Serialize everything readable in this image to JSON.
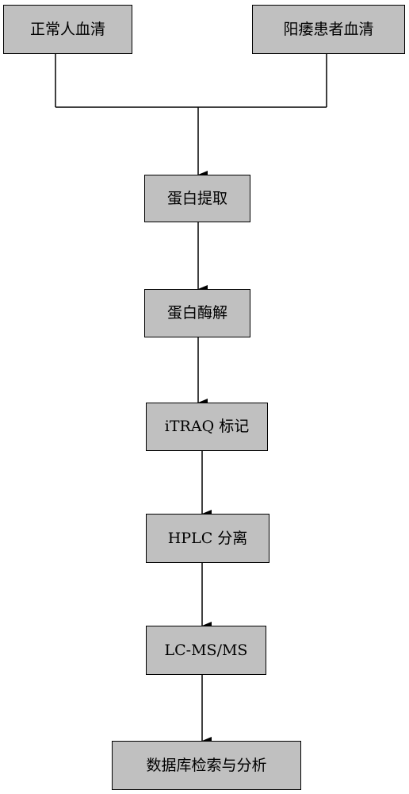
{
  "nodes": {
    "normal_serum": "正常人血清",
    "ed_serum": "阳痿患者血清",
    "protein_extraction": "蛋白提取",
    "protein_digestion": "蛋白酶解",
    "itraq_labeling": "iTRAQ 标记",
    "hplc_separation": "HPLC 分离",
    "lc_ms_ms": "LC-MS/MS",
    "database_search": "数据库检索与分析"
  },
  "edges": [
    {
      "from": "normal_serum",
      "to": "protein_extraction"
    },
    {
      "from": "ed_serum",
      "to": "protein_extraction"
    },
    {
      "from": "protein_extraction",
      "to": "protein_digestion"
    },
    {
      "from": "protein_digestion",
      "to": "itraq_labeling"
    },
    {
      "from": "itraq_labeling",
      "to": "hplc_separation"
    },
    {
      "from": "hplc_separation",
      "to": "lc_ms_ms"
    },
    {
      "from": "lc_ms_ms",
      "to": "database_search"
    }
  ],
  "colors": {
    "box_fill": "#c0c0c0",
    "stroke": "#000000",
    "background": "#ffffff"
  }
}
